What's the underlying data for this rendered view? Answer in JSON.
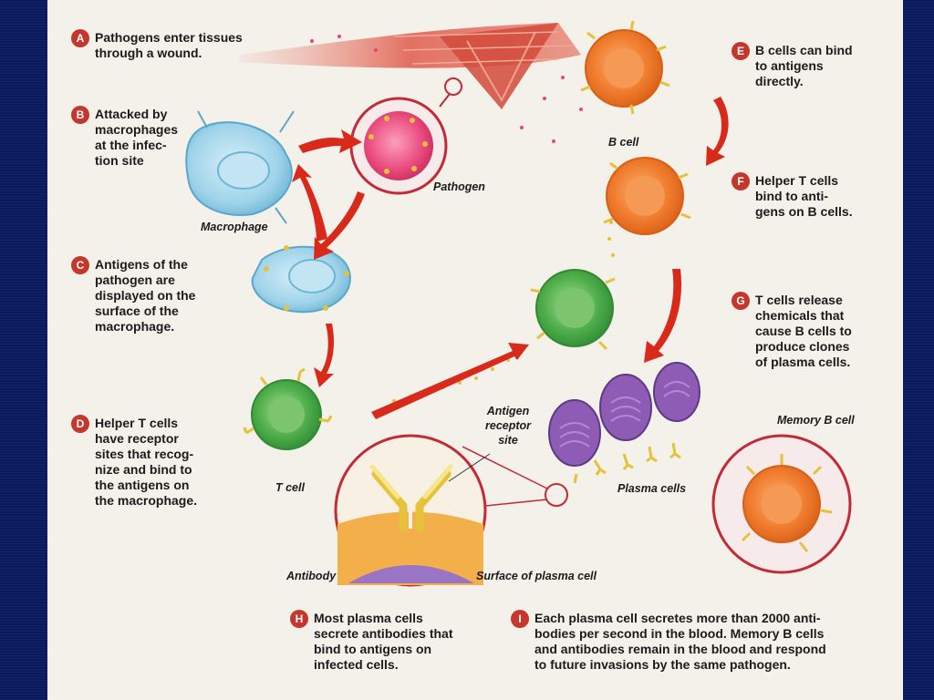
{
  "steps": [
    {
      "letter": "A",
      "text": "Pathogens enter tissues\nthrough a wound."
    },
    {
      "letter": "B",
      "text": "Attacked by\nmacrophages\nat the infec-\ntion site"
    },
    {
      "letter": "C",
      "text": "Antigens of the\npathogen are\ndisplayed on the\nsurface of the\nmacrophage."
    },
    {
      "letter": "D",
      "text": "Helper T cells\nhave receptor\nsites that recog-\nnize and bind to\nthe antigens on\nthe macrophage."
    },
    {
      "letter": "E",
      "text": "B cells can bind\nto antigens\ndirectly."
    },
    {
      "letter": "F",
      "text": "Helper T cells\nbind to anti-\ngens on B cells."
    },
    {
      "letter": "G",
      "text": "T cells release\nchemicals that\ncause B cells to\nproduce clones\nof plasma cells."
    },
    {
      "letter": "H",
      "text": "Most plasma cells\nsecrete antibodies that\nbind to antigens on\ninfected cells."
    },
    {
      "letter": "I",
      "text": "Each plasma cell secretes more than 2000 anti-\nbodies per second in the blood. Memory B cells\nand antibodies remain in the blood and respond\nto future invasions by the same pathogen."
    }
  ],
  "labels": {
    "pathogen": "Pathogen",
    "macrophage": "Macrophage",
    "b_cell": "B cell",
    "t_cell": "T cell",
    "antigen_receptor_site": "Antigen\nreceptor\nsite",
    "plasma_cells": "Plasma cells",
    "memory_b_cell": "Memory B cell",
    "antibody": "Antibody",
    "surface_of_plasma_cell": "Surface of plasma cell"
  },
  "colors": {
    "badge": "#c5372d",
    "arrow": "#d9291b",
    "macrophage": "#9fd3ea",
    "pathogen": "#e8467a",
    "b_cell": "#f07c2e",
    "t_cell": "#4fae4a",
    "plasma_cell": "#8e5cb5",
    "antigen": "#e6c23a"
  }
}
